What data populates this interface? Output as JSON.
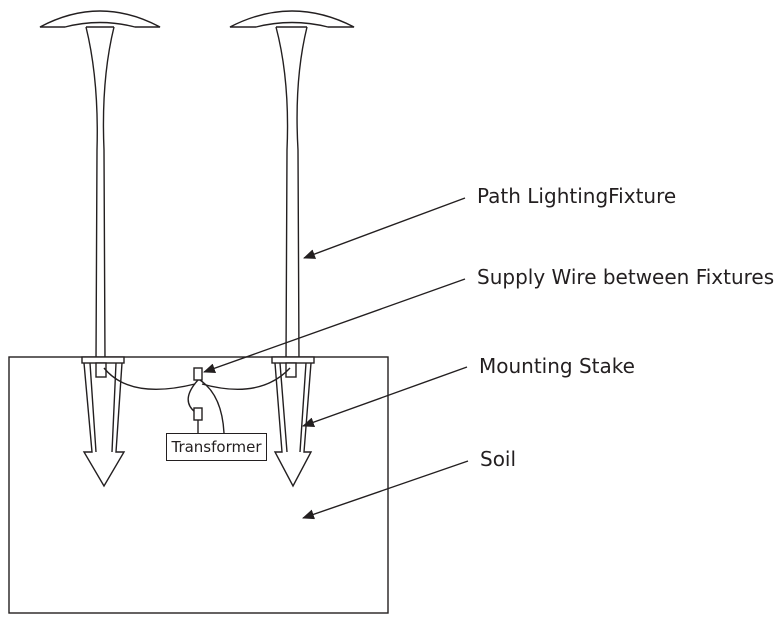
{
  "labels": {
    "fixture": "Path LightingFixture",
    "supply_wire": "Supply Wire between Fixtures",
    "mounting_stake": "Mounting Stake",
    "soil": "Soil",
    "transformer": "Transformer"
  }
}
